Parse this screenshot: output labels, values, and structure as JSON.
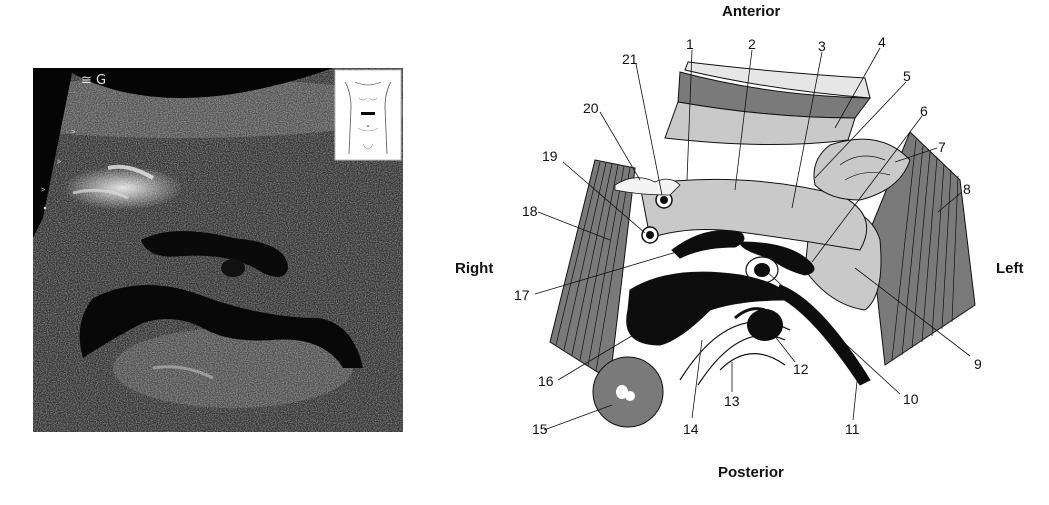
{
  "orientation": {
    "anterior": "Anterior",
    "posterior": "Posterior",
    "right": "Right",
    "left": "Left"
  },
  "ultrasound_overlay": {
    "scanner_glyphs": "≅ G"
  },
  "callouts": [
    "1",
    "2",
    "3",
    "4",
    "5",
    "6",
    "7",
    "8",
    "9",
    "10",
    "11",
    "12",
    "13",
    "14",
    "15",
    "16",
    "17",
    "18",
    "19",
    "20",
    "21"
  ],
  "colors": {
    "dark_structure": "#0d0d0d",
    "mid_gray": "#7a7a7a",
    "light_gray": "#c9c9c9",
    "outline": "#111111"
  }
}
